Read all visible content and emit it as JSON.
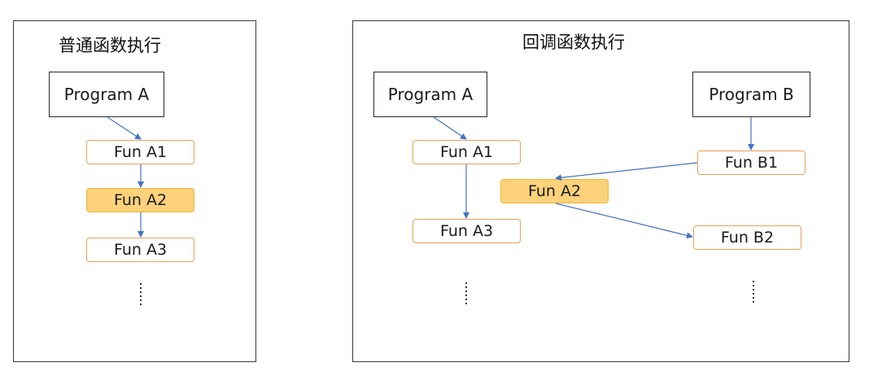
{
  "left_panel": {
    "title": "普通函数执行",
    "program": "Program A",
    "fun_a1": "Fun A1",
    "fun_a2": "Fun A2",
    "fun_a3": "Fun A3"
  },
  "right_panel": {
    "title": "回调函数执行",
    "program_a": "Program A",
    "program_b": "Program B",
    "fun_a1": "Fun A1",
    "fun_a2": "Fun A2",
    "fun_a3": "Fun A3",
    "fun_b1": "Fun B1",
    "fun_b2": "Fun B2"
  },
  "colors": {
    "arrow": "#4472c4",
    "fun_border": "#e8a15a",
    "highlight_fill": "#fbd27a"
  }
}
